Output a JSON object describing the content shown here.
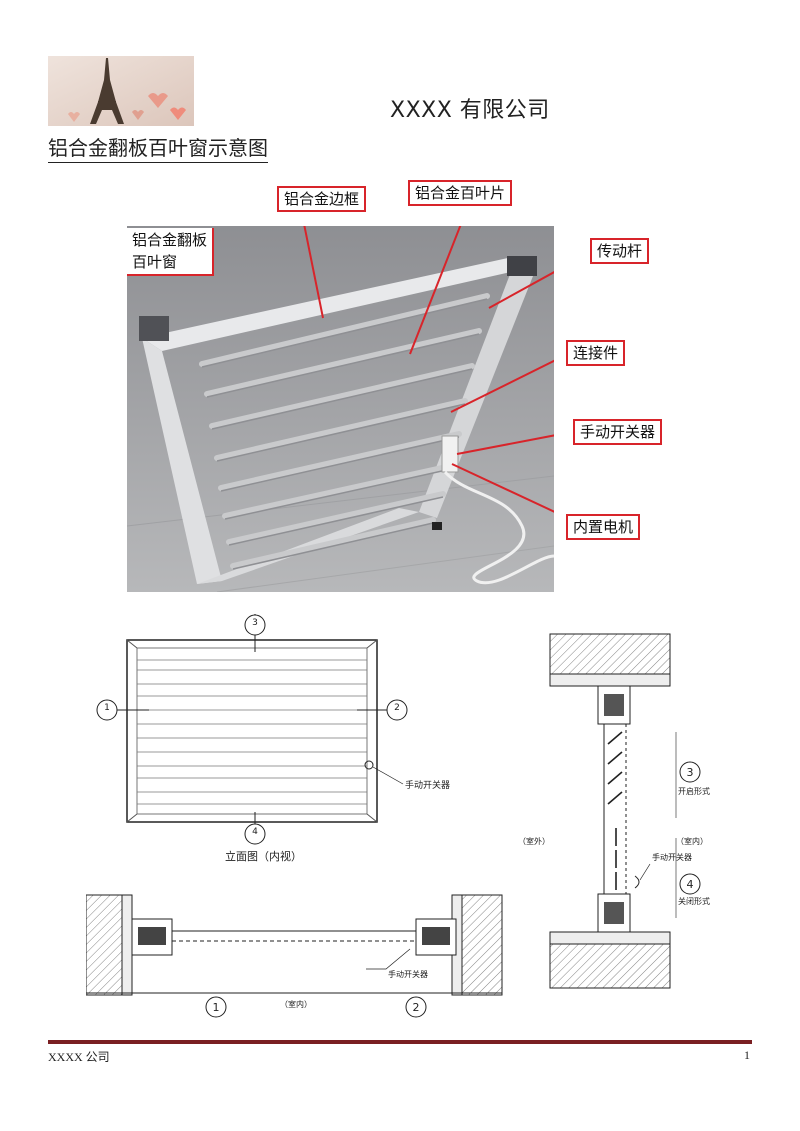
{
  "header": {
    "company": "XXXX 有限公司"
  },
  "title": "铝合金翻板百叶窗示意图",
  "photo_callouts": {
    "frame": "铝合金边框",
    "window": "铝合金翻板\n百叶窗",
    "louver": "铝合金百叶片",
    "rod": "传动杆",
    "connector": "连接件",
    "manual_switch": "手动开关器",
    "motor": "内置电机"
  },
  "elevation": {
    "caption": "立面图（内视）",
    "switch_label": "手动开关器",
    "markers": [
      "1",
      "2",
      "3",
      "4"
    ]
  },
  "section": {
    "outside": "（室外）",
    "inside": "（室内）",
    "switch_label": "手动开关器",
    "open_marker": "3",
    "open_label": "开启形式",
    "closed_marker": "4",
    "closed_label": "关闭形式"
  },
  "plan": {
    "switch_label": "手动开关器",
    "inside": "（室内）",
    "marker_left": "1",
    "marker_right": "2"
  },
  "footer": {
    "left": "XXXX 公司",
    "page": "1"
  },
  "colors": {
    "callout_border": "#d8242a",
    "footer_rule": "#7a1f22"
  }
}
